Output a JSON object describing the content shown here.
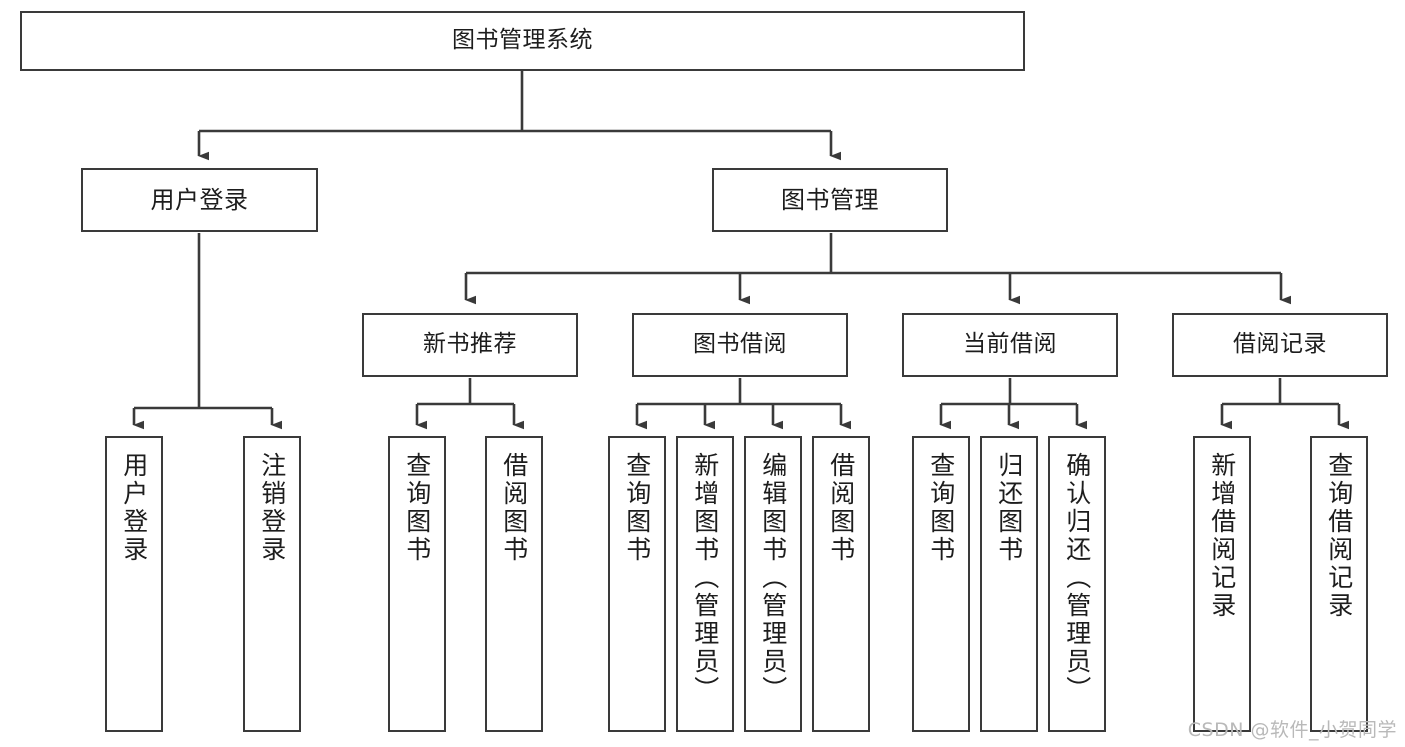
{
  "diagram": {
    "title": "图书管理系统",
    "type": "tree-hierarchy-chart",
    "line_color": "#3a3a3a",
    "box_fill": "#ffffff",
    "text_color": "#1d1d1d"
  },
  "watermark": {
    "text": "CSDN @软件_小贺同学",
    "color": "#b9b9b9"
  },
  "nodes": {
    "root": {
      "label": "图书管理系统"
    },
    "level1": [
      {
        "label": "用户登录"
      },
      {
        "label": "图书管理"
      }
    ],
    "level2": [
      {
        "label": "新书推荐"
      },
      {
        "label": "图书借阅"
      },
      {
        "label": "当前借阅"
      },
      {
        "label": "借阅记录"
      }
    ],
    "leaves": {
      "user_login": [
        {
          "label": "用户登录"
        },
        {
          "label": "注销登录"
        }
      ],
      "new_book_recommend": [
        {
          "label": "查询图书"
        },
        {
          "label": "借阅图书"
        }
      ],
      "book_borrow": [
        {
          "label": "查询图书"
        },
        {
          "label": "新增图书（管理员）"
        },
        {
          "label": "编辑图书（管理员）"
        },
        {
          "label": "借阅图书"
        }
      ],
      "current_borrow": [
        {
          "label": "查询图书"
        },
        {
          "label": "归还图书"
        },
        {
          "label": "确认归还（管理员）"
        }
      ],
      "borrow_record": [
        {
          "label": "新增借阅记录"
        },
        {
          "label": "查询借阅记录"
        }
      ]
    }
  },
  "chart_data": {
    "type": "table",
    "title": "图书管理系统",
    "hierarchy": [
      {
        "name": "图书管理系统",
        "children": [
          {
            "name": "用户登录",
            "children": [
              {
                "name": "用户登录"
              },
              {
                "name": "注销登录"
              }
            ]
          },
          {
            "name": "图书管理",
            "children": [
              {
                "name": "新书推荐",
                "children": [
                  {
                    "name": "查询图书"
                  },
                  {
                    "name": "借阅图书"
                  }
                ]
              },
              {
                "name": "图书借阅",
                "children": [
                  {
                    "name": "查询图书"
                  },
                  {
                    "name": "新增图书（管理员）"
                  },
                  {
                    "name": "编辑图书（管理员）"
                  },
                  {
                    "name": "借阅图书"
                  }
                ]
              },
              {
                "name": "当前借阅",
                "children": [
                  {
                    "name": "查询图书"
                  },
                  {
                    "name": "归还图书"
                  },
                  {
                    "name": "确认归还（管理员）"
                  }
                ]
              },
              {
                "name": "借阅记录",
                "children": [
                  {
                    "name": "新增借阅记录"
                  },
                  {
                    "name": "查询借阅记录"
                  }
                ]
              }
            ]
          }
        ]
      }
    ]
  }
}
